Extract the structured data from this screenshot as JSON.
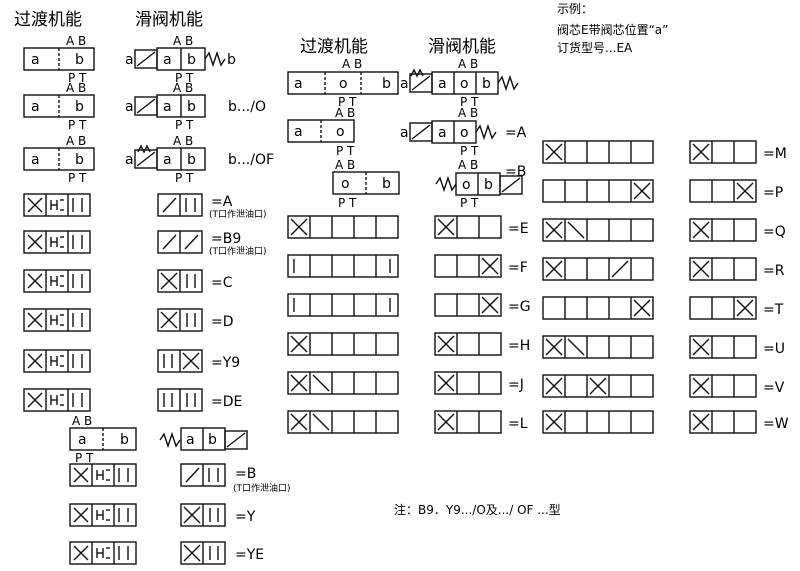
{
  "headings": {
    "transition_left": "过渡机能",
    "slide_left": "滑阀机能",
    "transition_mid": "过渡机能",
    "slide_mid": "滑阀机能"
  },
  "example": {
    "title": "示例：",
    "line1": "阀芯E带阀芯位置“a”",
    "line2": "订货型号...EA"
  },
  "ports": {
    "ab": "A B",
    "pt": "P T",
    "a": "a",
    "b": "b",
    "o": "o"
  },
  "left_column": {
    "spring_b": "b",
    "suffix_o": "b.../O",
    "suffix_of": "b.../OF",
    "codes": [
      "=A",
      "=B9",
      "=C",
      "=D",
      "=Y9",
      "=DE"
    ],
    "note_a": "(T口作泄油口)",
    "note_b9": "(T口作泄油口)",
    "bottom_codes": [
      "=B",
      "=Y",
      "=YE"
    ],
    "note_bottom_b": "(T口作泄油口)"
  },
  "middle_column": {
    "codes": [
      "=A",
      "=B",
      "=E",
      "=F",
      "=G",
      "=H",
      "=J",
      "=L"
    ]
  },
  "right_column": {
    "codes": [
      "=M",
      "=P",
      "=Q",
      "=R",
      "=T",
      "=U",
      "=V",
      "=W"
    ]
  },
  "footnote": "注：B9．Y9.../O及.../ OF ...型",
  "icons": [
    "spring-icon",
    "solenoid-icon",
    "detent-icon"
  ]
}
